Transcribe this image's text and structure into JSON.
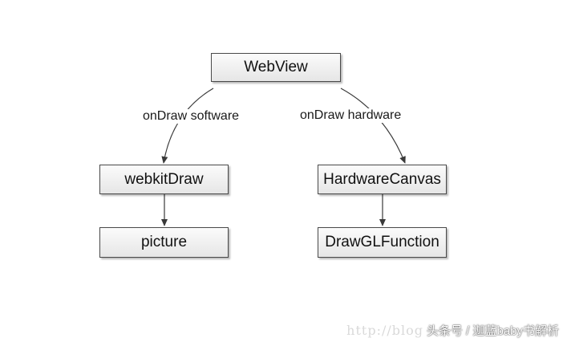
{
  "diagram": {
    "nodes": {
      "webview": "WebView",
      "webkitdraw": "webkitDraw",
      "hardwarecanvas": "HardwareCanvas",
      "picture": "picture",
      "drawglfunction": "DrawGLFunction"
    },
    "edges": {
      "software_label": "onDraw software",
      "hardware_label": "onDraw hardware"
    }
  },
  "watermark": {
    "url": "http://blog",
    "handle": "头条号 / 迦蓝baby书解析"
  },
  "colors": {
    "line": "#3a3a3a",
    "node_border": "#4a4a4a",
    "node_fill_top": "#fbfbfb",
    "node_fill_bottom": "#e6e6e6"
  }
}
